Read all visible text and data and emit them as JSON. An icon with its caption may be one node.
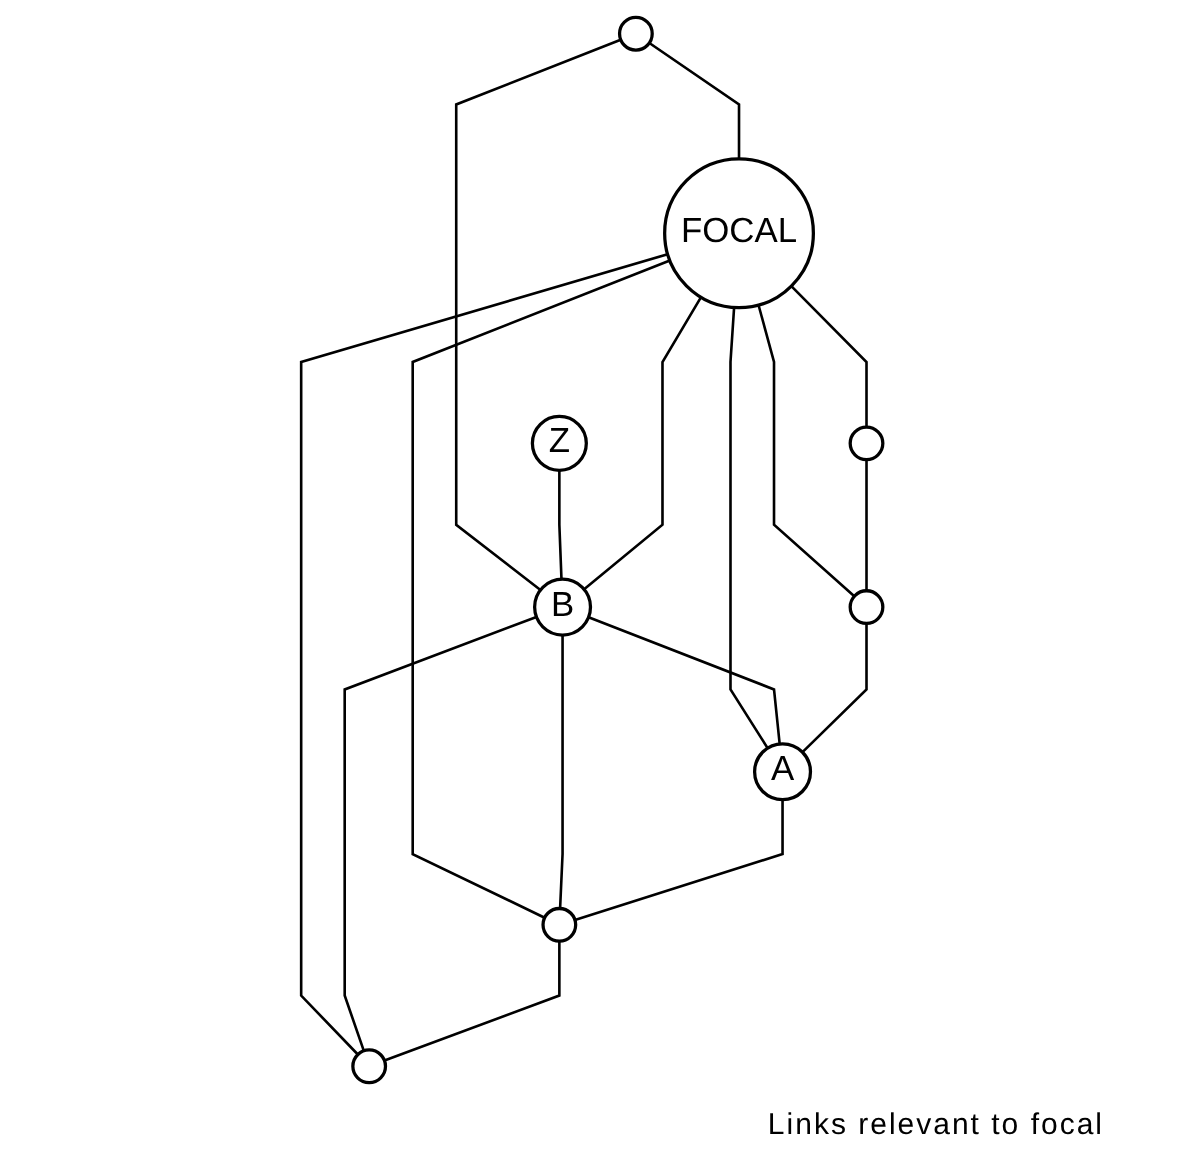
{
  "diagram": {
    "caption": "Links relevant to focal",
    "nodes": [
      {
        "text": [],
        "shape": "circle"
      },
      {
        "text": [
          "Z"
        ]
      },
      {
        "text": [
          "FOCAL"
        ]
      },
      {
        "text": [
          "B"
        ]
      },
      {
        "text": [],
        "shape": "circle"
      },
      {
        "text": [],
        "shape": "circle"
      },
      {
        "text": [
          "A"
        ]
      },
      {
        "text": [],
        "shape": "circle"
      },
      {
        "text": [],
        "shape": "circle"
      }
    ],
    "edges": [
      {
        "from": 0,
        "to": 2,
        "arrow": "none"
      },
      {
        "from": 0,
        "to": 3,
        "arrow": "none"
      },
      {
        "from": 1,
        "to": 3,
        "arrow": "none"
      },
      {
        "from": 2,
        "to": 3,
        "arrow": "none"
      },
      {
        "from": 2,
        "to": 4,
        "arrow": "none"
      },
      {
        "from": 2,
        "to": 5,
        "arrow": "none"
      },
      {
        "from": 2,
        "to": 6,
        "arrow": "none"
      },
      {
        "from": 2,
        "to": 7,
        "arrow": "none"
      },
      {
        "from": 2,
        "to": 8,
        "arrow": "none"
      },
      {
        "from": 3,
        "to": 6,
        "arrow": "none"
      },
      {
        "from": 3,
        "to": 7,
        "arrow": "none"
      },
      {
        "from": 3,
        "to": 8,
        "arrow": "none"
      },
      {
        "from": 4,
        "to": 5,
        "arrow": "none"
      },
      {
        "from": 5,
        "to": 6,
        "arrow": "none"
      },
      {
        "from": 6,
        "to": 7,
        "arrow": "none"
      },
      {
        "from": 7,
        "to": 8,
        "arrow": "none"
      }
    ]
  }
}
